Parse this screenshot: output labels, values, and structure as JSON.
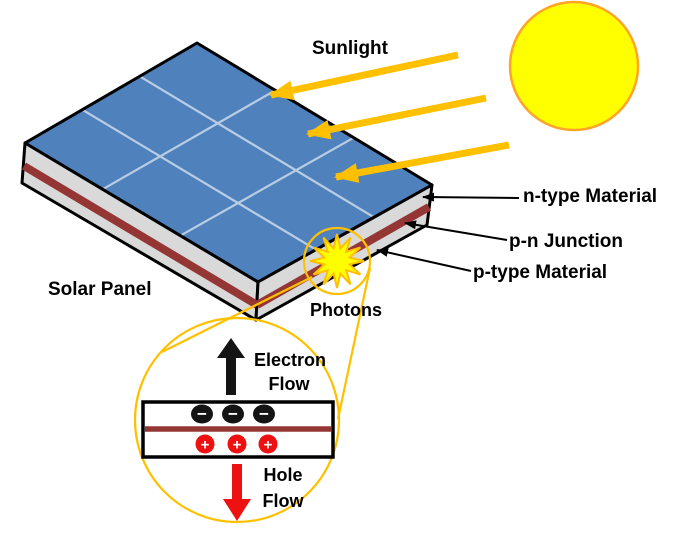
{
  "labels": {
    "sunlight": "Sunlight",
    "solar_panel": "Solar Panel",
    "n_type": "n-type Material",
    "pn_junction": "p-n Junction",
    "p_type": "p-type Material",
    "photons": "Photons",
    "electron_flow_line1": "Electron",
    "electron_flow_line2": "Flow",
    "hole_flow_line1": "Hole",
    "hole_flow_line2": "Flow",
    "electron_charge": "−",
    "hole_charge": "+"
  },
  "colors": {
    "panel_blue": "#4F81BD",
    "grid_line": "#B9CDE5",
    "layer_gray": "#D9D9D9",
    "junction_red": "#943634",
    "sun_fill": "#FFFF00",
    "sun_rim": "#FFA426",
    "accent_gold": "#FFC000",
    "electron_black": "#141414",
    "hole_red": "#EE1111",
    "outline_black": "#000000"
  }
}
